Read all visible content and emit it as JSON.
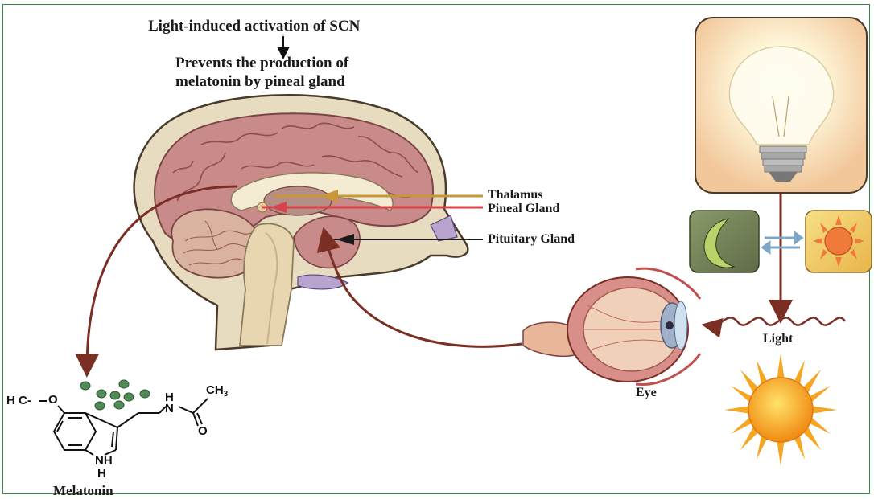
{
  "title": {
    "line1": "Light-induced activation of SCN",
    "line2": "Prevents the production of",
    "line3": "melatonin by pineal gland"
  },
  "labels": {
    "thalamus": "Thalamus",
    "pineal": "Pineal Gland",
    "pituitary": "Pituitary Gland",
    "light": "Light",
    "eye": "Eye",
    "melatonin": "Melatonin"
  },
  "chem": {
    "h3c": "H C-",
    "o1": "O",
    "nh": "H",
    "n": "N",
    "ch3": "CH",
    "ch3_sub": "3",
    "o2": "O",
    "ring_nh": "NH",
    "ring_h": "H"
  },
  "colors": {
    "frame": "#2e8b3a",
    "arrow": "#7a2e24",
    "thalamus_line": "#c9973a",
    "pineal_line": "#d8424a",
    "pituitary_line": "#1a1a1a",
    "brain": "#c98a8a",
    "sun": "#f5a623",
    "granule": "#4f8a57"
  },
  "icons": {
    "bulb": "light-bulb-icon",
    "moon": "moon-icon",
    "sun_small": "sun-icon",
    "sun_large": "sun-icon",
    "swap": "double-arrow-icon"
  }
}
